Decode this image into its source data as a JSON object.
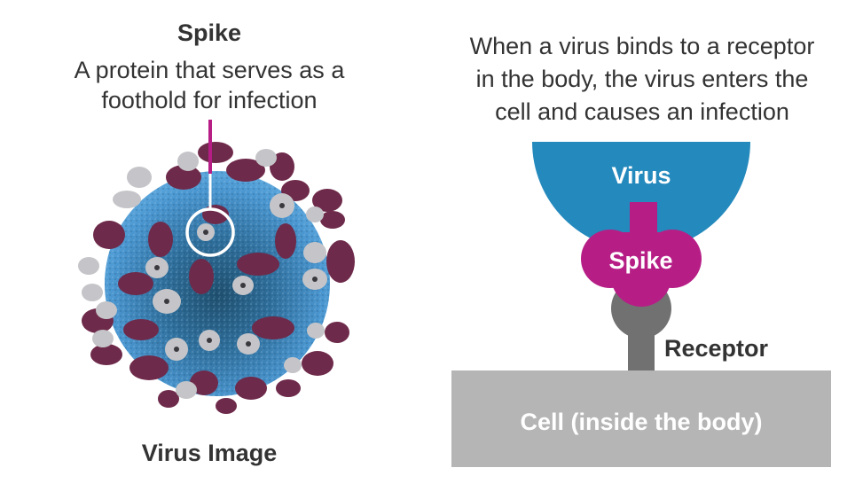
{
  "left_panel": {
    "spike_title": "Spike",
    "spike_description": "A protein that serves as a foothold for infection",
    "spike_description_lines": [
      "A protein that serves as a",
      "foothold for infection"
    ],
    "image_caption": "Virus Image",
    "image_description": "3D rendering of a spherical blue coronavirus particle covered with dark maroon and light gray spike proteins; one spike is circled in white"
  },
  "right_panel": {
    "caption": "When a virus binds to a receptor in the body, the virus enters the cell and causes an infection",
    "caption_lines": [
      "When a virus binds to a receptor",
      "in the body, the virus enters the",
      "cell and causes an infection"
    ],
    "virus_label": "Virus",
    "spike_label": "Spike",
    "receptor_label": "Receptor",
    "cell_label": "Cell (inside the body)"
  },
  "colors": {
    "text": "#333333",
    "virus_blue": "#2489bd",
    "spike_magenta": "#b61e86",
    "receptor_gray": "#717171",
    "cell_gray": "#b4b5b4",
    "pointer_magenta": "#b61e86"
  }
}
